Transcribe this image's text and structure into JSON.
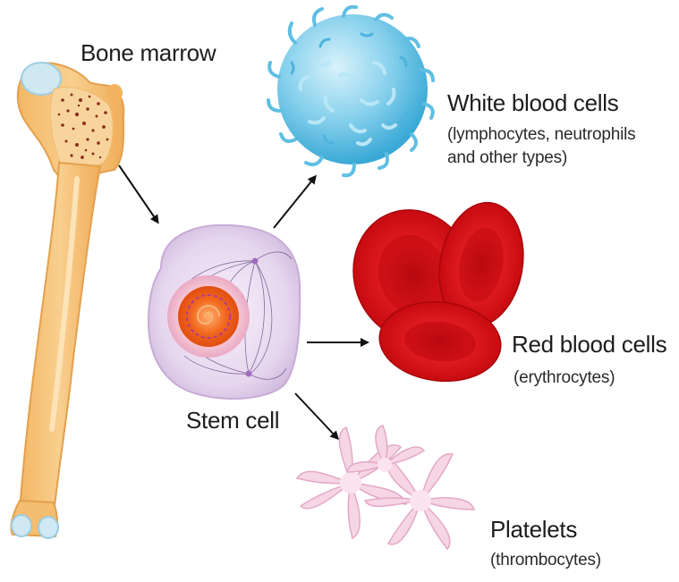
{
  "diagram": {
    "bone_marrow_label": "Bone marrow",
    "stem_cell_label": "Stem cell",
    "white_blood_cells": {
      "title": "White blood cells",
      "subtitle_line1": "(lymphocytes, neutrophils",
      "subtitle_line2": "and other types)"
    },
    "red_blood_cells": {
      "title": "Red blood cells",
      "subtitle": "(erythrocytes)"
    },
    "platelets": {
      "title": "Platelets",
      "subtitle": "(thrombocytes)"
    },
    "icons": [
      "bone-icon",
      "stem-cell-icon",
      "white-blood-cell-icon",
      "red-blood-cells-icon",
      "platelets-icon",
      "arrow-icon"
    ],
    "colors": {
      "bone": "#f6c27a",
      "marrow": "#8b2d1c",
      "stem_cell": "#e8dcef",
      "nucleus": "#f07a2a",
      "white_cell": "#6fc6e6",
      "red_cell": "#d8141a",
      "platelet": "#f2c8dc"
    }
  }
}
